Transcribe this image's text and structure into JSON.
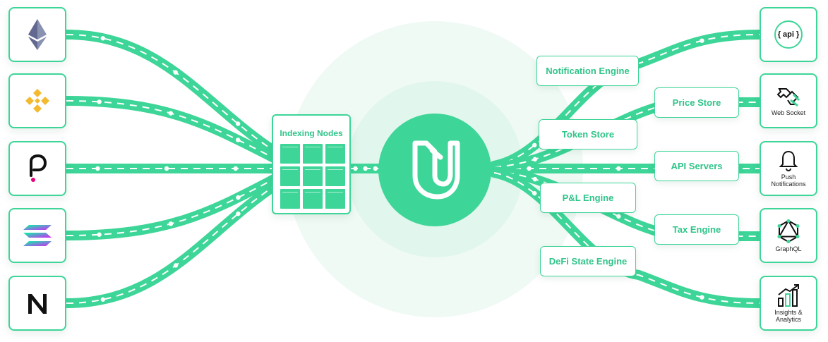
{
  "center": {
    "logo_icon": "unmarshal-u-logo"
  },
  "indexing": {
    "title": "Indexing Nodes",
    "node_count": 9
  },
  "sources": [
    {
      "name": "ethereum-logo"
    },
    {
      "name": "binance-logo"
    },
    {
      "name": "polkadot-logo"
    },
    {
      "name": "solana-logo"
    },
    {
      "name": "near-logo"
    }
  ],
  "engines": {
    "notification": "Notification Engine",
    "token_store": "Token Store",
    "pnl": "P&L Engine",
    "defi_state": "DeFi State Engine",
    "price_store": "Price Store",
    "api_servers": "API Servers",
    "tax": "Tax Engine"
  },
  "outputs": {
    "api_text": "{ api }",
    "web_socket": "Web Socket",
    "push_line1": "Push",
    "push_line2": "Notifications",
    "graphql": "GraphQL",
    "insights_line1": "Insights &",
    "insights_line2": "Analytics"
  },
  "colors": {
    "accent": "#3dd598",
    "accent_dark": "#2fc489",
    "halo_outer": "#f0faf5",
    "halo_inner": "#e1f6ec"
  }
}
